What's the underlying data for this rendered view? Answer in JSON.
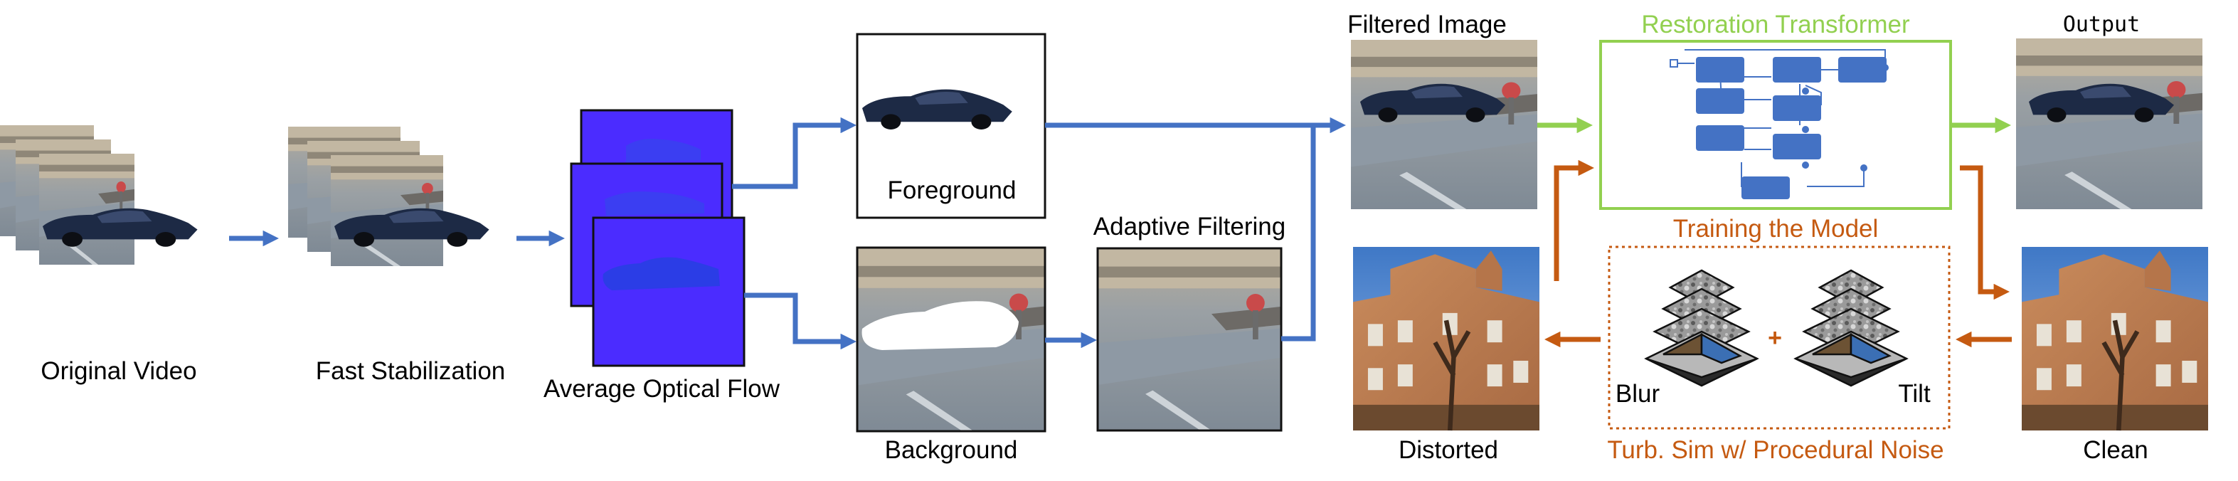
{
  "labels": {
    "original_video": "Original Video",
    "fast_stabilization": "Fast Stabilization",
    "average_optical_flow": "Average Optical Flow",
    "foreground": "Foreground",
    "background": "Background",
    "adaptive_filtering": "Adaptive Filtering",
    "filtered_image": "Filtered Image",
    "restoration_transformer": "Restoration Transformer",
    "training_the_model": "Training the Model",
    "output": "Output",
    "distorted": "Distorted",
    "turb_sim": "Turb. Sim w/ Procedural Noise",
    "clean": "Clean",
    "blur": "Blur",
    "tilt": "Tilt",
    "plus": "+"
  },
  "colors": {
    "flow_arrow": "#4472c4",
    "transformer": "#92d050",
    "training": "#c55a11",
    "optical_flow": "#4b2cff",
    "network_block": "#4472c4"
  }
}
